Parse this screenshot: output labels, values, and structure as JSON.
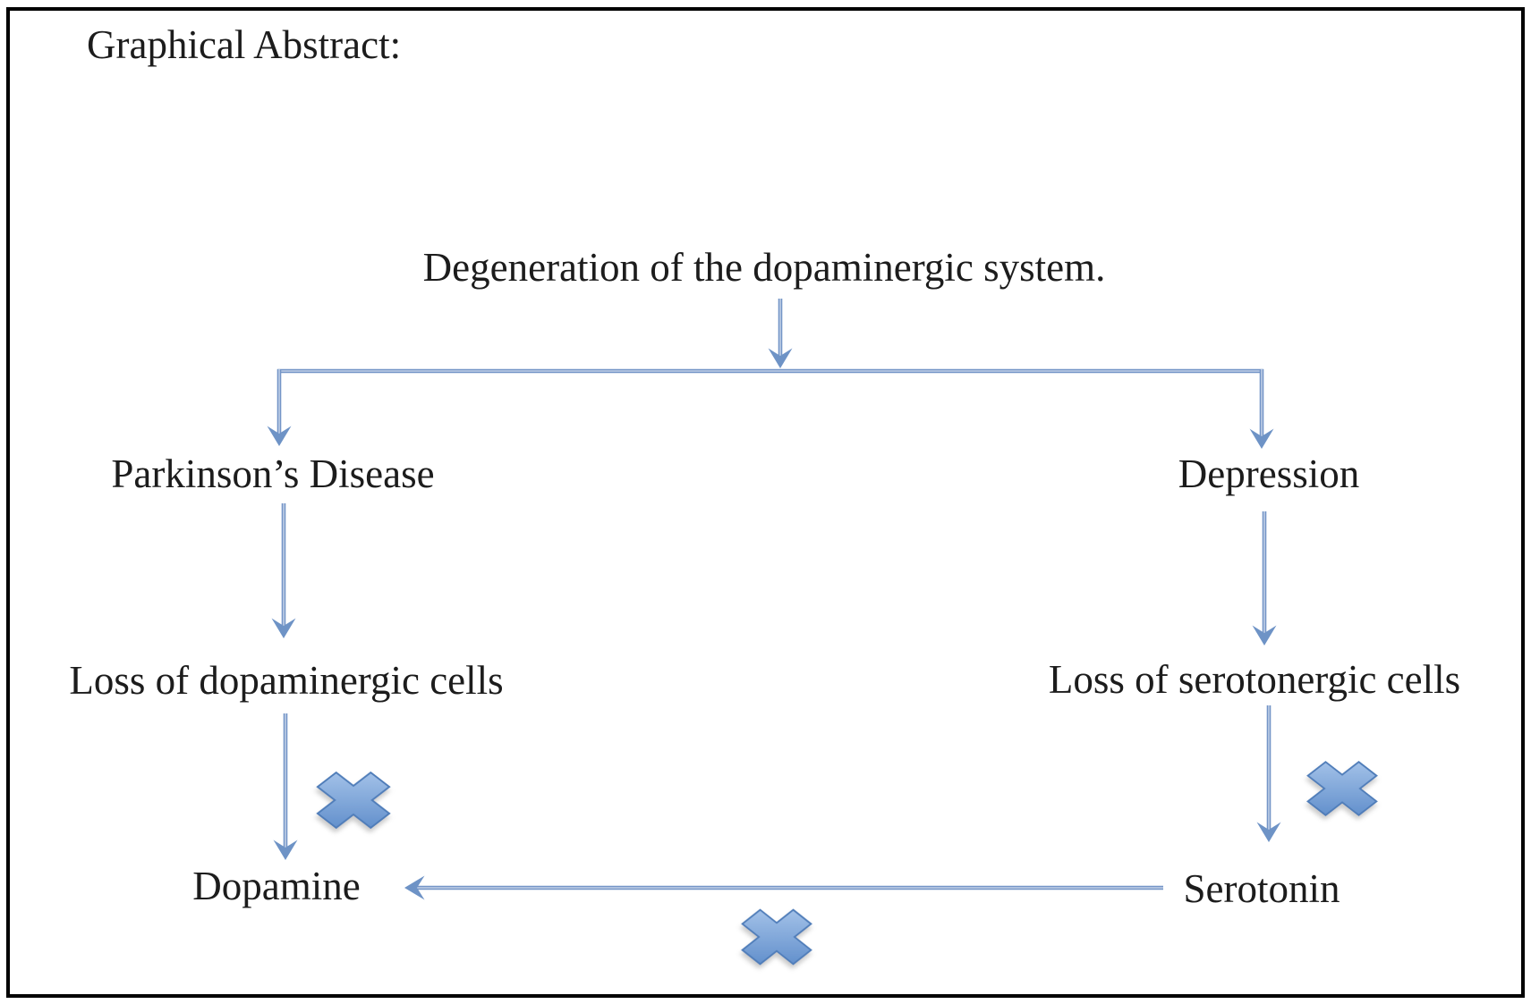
{
  "figure": {
    "title": "Graphical Abstract:",
    "nodes": {
      "degeneration": "Degeneration of the dopaminergic system.",
      "parkinsons": "Parkinson’s Disease",
      "depression": "Depression",
      "loss_dopaminergic": "Loss of dopaminergic cells",
      "loss_serotonergic": "Loss of serotonergic cells",
      "dopamine": "Dopamine",
      "serotonin": "Serotonin"
    },
    "relations": [
      "Degeneration of the dopaminergic system. -> Parkinson’s Disease",
      "Degeneration of the dopaminergic system. -> Depression",
      "Parkinson’s Disease -> Loss of dopaminergic cells",
      "Loss of dopaminergic cells -> Dopamine (blocked)",
      "Depression -> Loss of serotonergic cells",
      "Loss of serotonergic cells -> Serotonin (blocked)",
      "Serotonin -> Dopamine (blocked)"
    ],
    "icons": {
      "blocked_marker": "cross-icon",
      "arrowhead_style": "stealth-arrowhead-icon"
    },
    "colors": {
      "background": "#ffffff",
      "frame": "#000000",
      "text": "#1c1c1c",
      "arrow_blue": "#7495c7",
      "arrow_highlight": "#c0cfe6",
      "arrowhead": "#6e93c6",
      "cross_light": "#a5c3e9",
      "cross_dark": "#608ecb",
      "cross_border": "#4f7db9"
    }
  }
}
